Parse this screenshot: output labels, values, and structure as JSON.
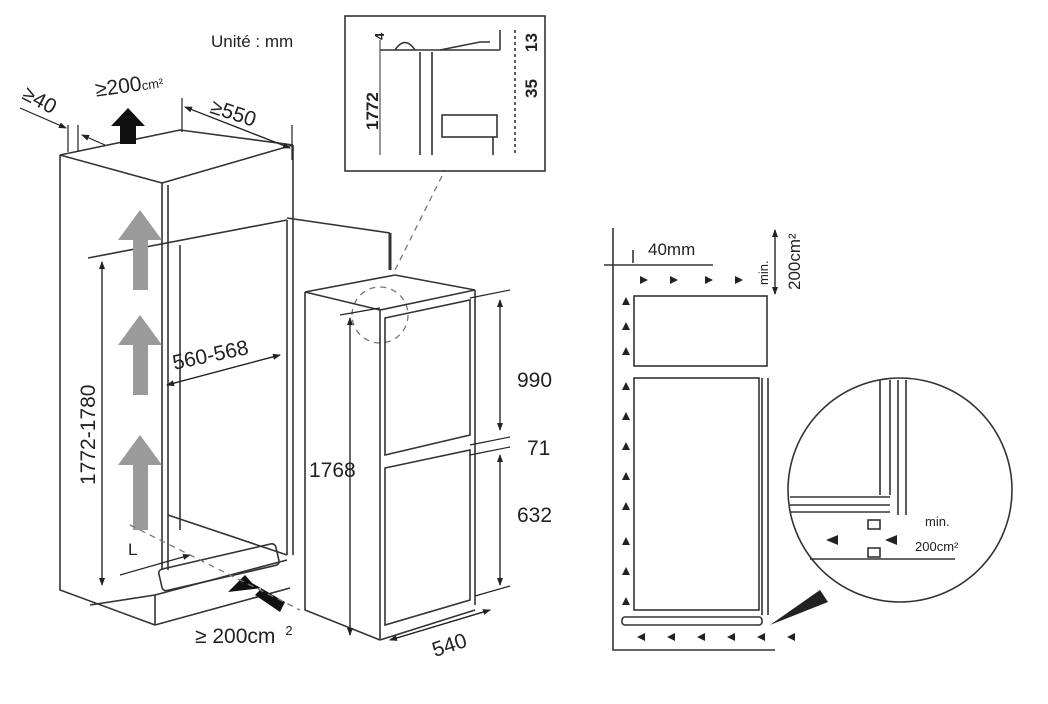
{
  "diagram": {
    "unit_label": "Unité : mm",
    "colors": {
      "line": "#333333",
      "airflow_arrow": "#9a9a9a",
      "solid_arrow": "#111111",
      "background": "#ffffff"
    },
    "left_niche": {
      "top_gap": "≥40",
      "top_vent_area": "≥200",
      "top_vent_unit": "cm²",
      "depth": "≥550",
      "width": "560-568",
      "height": "1772-1780",
      "plinth_depth_label": "L",
      "bottom_vent_area": "≥ 200cm",
      "bottom_vent_superscript": "2"
    },
    "detail_box": {
      "dim_top": "4",
      "dim_right_top": "13",
      "dim_right": "35",
      "dim_height": "1772"
    },
    "appliance": {
      "total_height": "1768",
      "upper_door": "990",
      "gap": "71",
      "lower_door": "632",
      "depth": "540"
    },
    "side_section": {
      "top_gap": "40mm",
      "top_vent_min": "min.",
      "top_vent_area": "200cm²",
      "zoom_vent_min": "min.",
      "zoom_vent_area": "200cm²"
    }
  }
}
